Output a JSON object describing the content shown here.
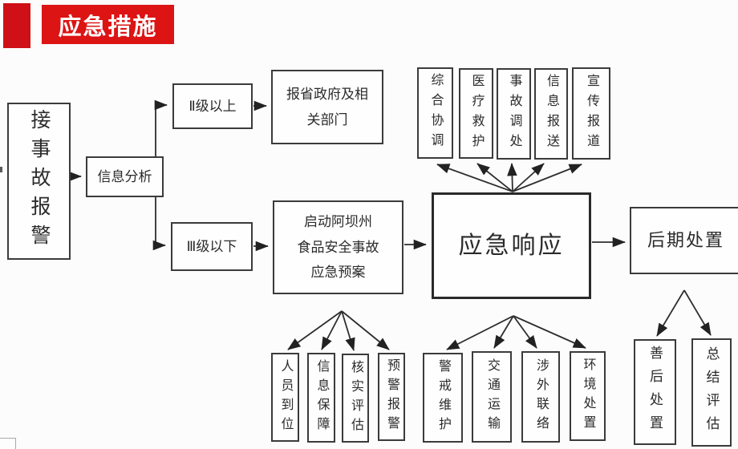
{
  "header": {
    "title": "应急措施"
  },
  "nodes": {
    "receive_report": "接事故报警",
    "info_analysis": "信息分析",
    "level_2_plus": "Ⅱ级以上",
    "report_provincial": "报省政府及相\n关部门",
    "level_3_minus": "Ⅲ级以下",
    "activate_plan": "启动阿坝州\n食品安全事故\n应急预案",
    "emergency_response": "应急响应",
    "post_disposal": "后期处置"
  },
  "response_functions": [
    "综合协调",
    "医疗救护",
    "事故调处",
    "信息报送",
    "宣传报道"
  ],
  "preparation_tasks": [
    "人员到位",
    "信息保障",
    "核实评估",
    "预警报警"
  ],
  "response_tasks": [
    "警戒维护",
    "交通运输",
    "涉外联络",
    "环境处置"
  ],
  "post_tasks": [
    "善后处置",
    "总结评估"
  ],
  "colors": {
    "banner_red": "#dc1414",
    "accent_square_red": "#cf1017",
    "line_color": "#2e2e2e"
  }
}
